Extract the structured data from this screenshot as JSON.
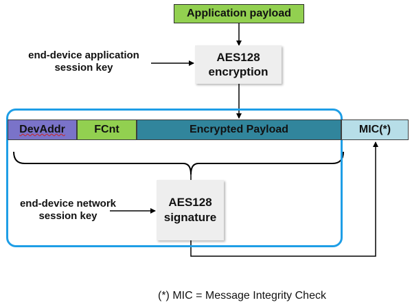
{
  "app_payload": {
    "label": "Application payload",
    "color": "#92d050"
  },
  "encryption": {
    "line1": "AES128",
    "line2": "encryption"
  },
  "app_key_label": {
    "line1": "end-device application",
    "line2": "session key"
  },
  "frame": {
    "devaddr": {
      "label": "DevAddr",
      "color": "#7a73c9"
    },
    "fcnt": {
      "label": "FCnt",
      "color": "#92d050"
    },
    "payload": {
      "label": "Encrypted Payload",
      "color": "#31859c"
    },
    "mic": {
      "label": "MIC(*)",
      "color": "#b7dee8"
    }
  },
  "signature": {
    "line1": "AES128",
    "line2": "signature"
  },
  "nwk_key_label": {
    "line1": "end-device network",
    "line2": "session key"
  },
  "footnote": "(*) MIC = Message Integrity Check",
  "colors": {
    "highlight_border": "#1e9ee6",
    "arrow": "#000000"
  }
}
